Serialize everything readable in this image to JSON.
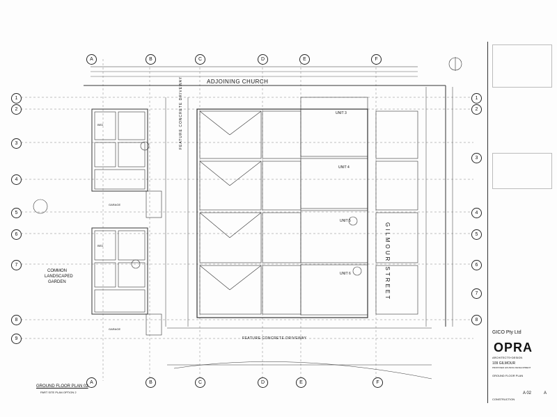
{
  "drawing": {
    "church_label": "ADJOINING CHURCH",
    "garden_label_1": "COMMON",
    "garden_label_2": "LANDSCAPED",
    "garden_label_3": "GARDEN",
    "street_label": "GILMOUR STREET",
    "driveway_upper": "FEATURE CONCRETE DRIVEWAY",
    "driveway_lower": "FEATURE CONCRETE DRIVEWAY",
    "plan_title": "GROUND FLOOR PLAN 02",
    "plan_subtitle": "PART SITE PLAN OPTION 2",
    "units": [
      "UNIT 3",
      "UNIT 4",
      "UNIT 5",
      "UNIT 6"
    ],
    "garage_label": "GARAGE",
    "bed_label": "BED",
    "grid_columns_top": [
      "A",
      "B",
      "C",
      "D",
      "E",
      "F"
    ],
    "grid_columns_bottom": [
      "A",
      "B",
      "C",
      "D",
      "E",
      "F"
    ],
    "grid_rows_left": [
      "1",
      "2",
      "3",
      "4",
      "5",
      "6",
      "7",
      "8",
      "9"
    ],
    "grid_rows_right": [
      "1",
      "2",
      "3",
      "4",
      "5",
      "6",
      "7",
      "8"
    ]
  },
  "title_block": {
    "client": "GICO Pty Ltd",
    "firm_logo": "OPRA",
    "firm_sub": "ARCHITECTS+DESIGN",
    "project_address": "109 GILMOUR",
    "project_desc": "PROPOSED HOUSING DEVELOPMENT",
    "sheet_title": "GROUND FLOOR PLAN",
    "sheet_number": "A 02",
    "revision": "A",
    "status": "CONSTRUCTION"
  }
}
